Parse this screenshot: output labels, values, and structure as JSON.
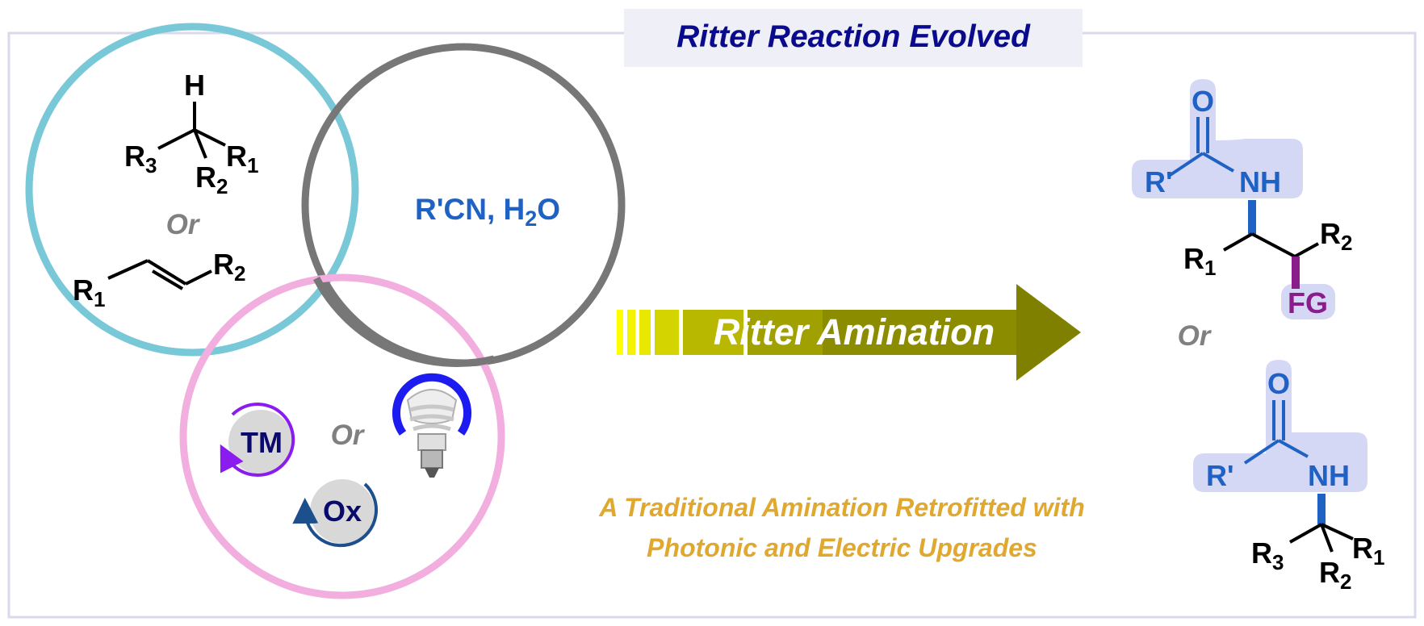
{
  "title": "Ritter Reaction Evolved",
  "reagents": {
    "prefix": "R'CN, H",
    "sub": "2",
    "suffix": "O"
  },
  "substrate_alkane": {
    "h": "H",
    "r3": "R",
    "r3_sub": "3",
    "r2": "R",
    "r2_sub": "2",
    "r1": "R",
    "r1_sub": "1"
  },
  "or_top": "Or",
  "substrate_alkene": {
    "r1": "R",
    "r1_sub": "1",
    "r2": "R",
    "r2_sub": "2"
  },
  "catalysts": {
    "tm": "TM",
    "or": "Or",
    "ox": "Ox"
  },
  "arrow": {
    "label_1": "Ritter",
    "label_2": "Amination"
  },
  "product_1": {
    "o": "O",
    "rprime": "R'",
    "nh": "NH",
    "r1": "R",
    "r1_sub": "1",
    "r2": "R",
    "r2_sub": "2",
    "fg": "FG"
  },
  "or_products": "Or",
  "product_2": {
    "o": "O",
    "rprime": "R'",
    "nh": "NH",
    "r3": "R",
    "r3_sub": "3",
    "r2": "R",
    "r2_sub": "2",
    "r1": "R",
    "r1_sub": "1"
  },
  "tagline": {
    "line_1": "A Traditional Amination Retrofitted with",
    "line_2": "Photonic and Electric Upgrades"
  },
  "colors": {
    "frame": "#d9d9ec",
    "title_bg": "#eeeff7",
    "title_text": "#0a0a8c",
    "cyan": "#79c8d8",
    "gray": "#777777",
    "pink": "#f2aede",
    "blue_text": "#1f62c4",
    "or_gray": "#808080",
    "tagline": "#e0a82e",
    "purple": "#8a1c8c",
    "highlight": "#d5d8f5",
    "arrow_dark": "#808000",
    "arrow_light": "#ffff00"
  }
}
